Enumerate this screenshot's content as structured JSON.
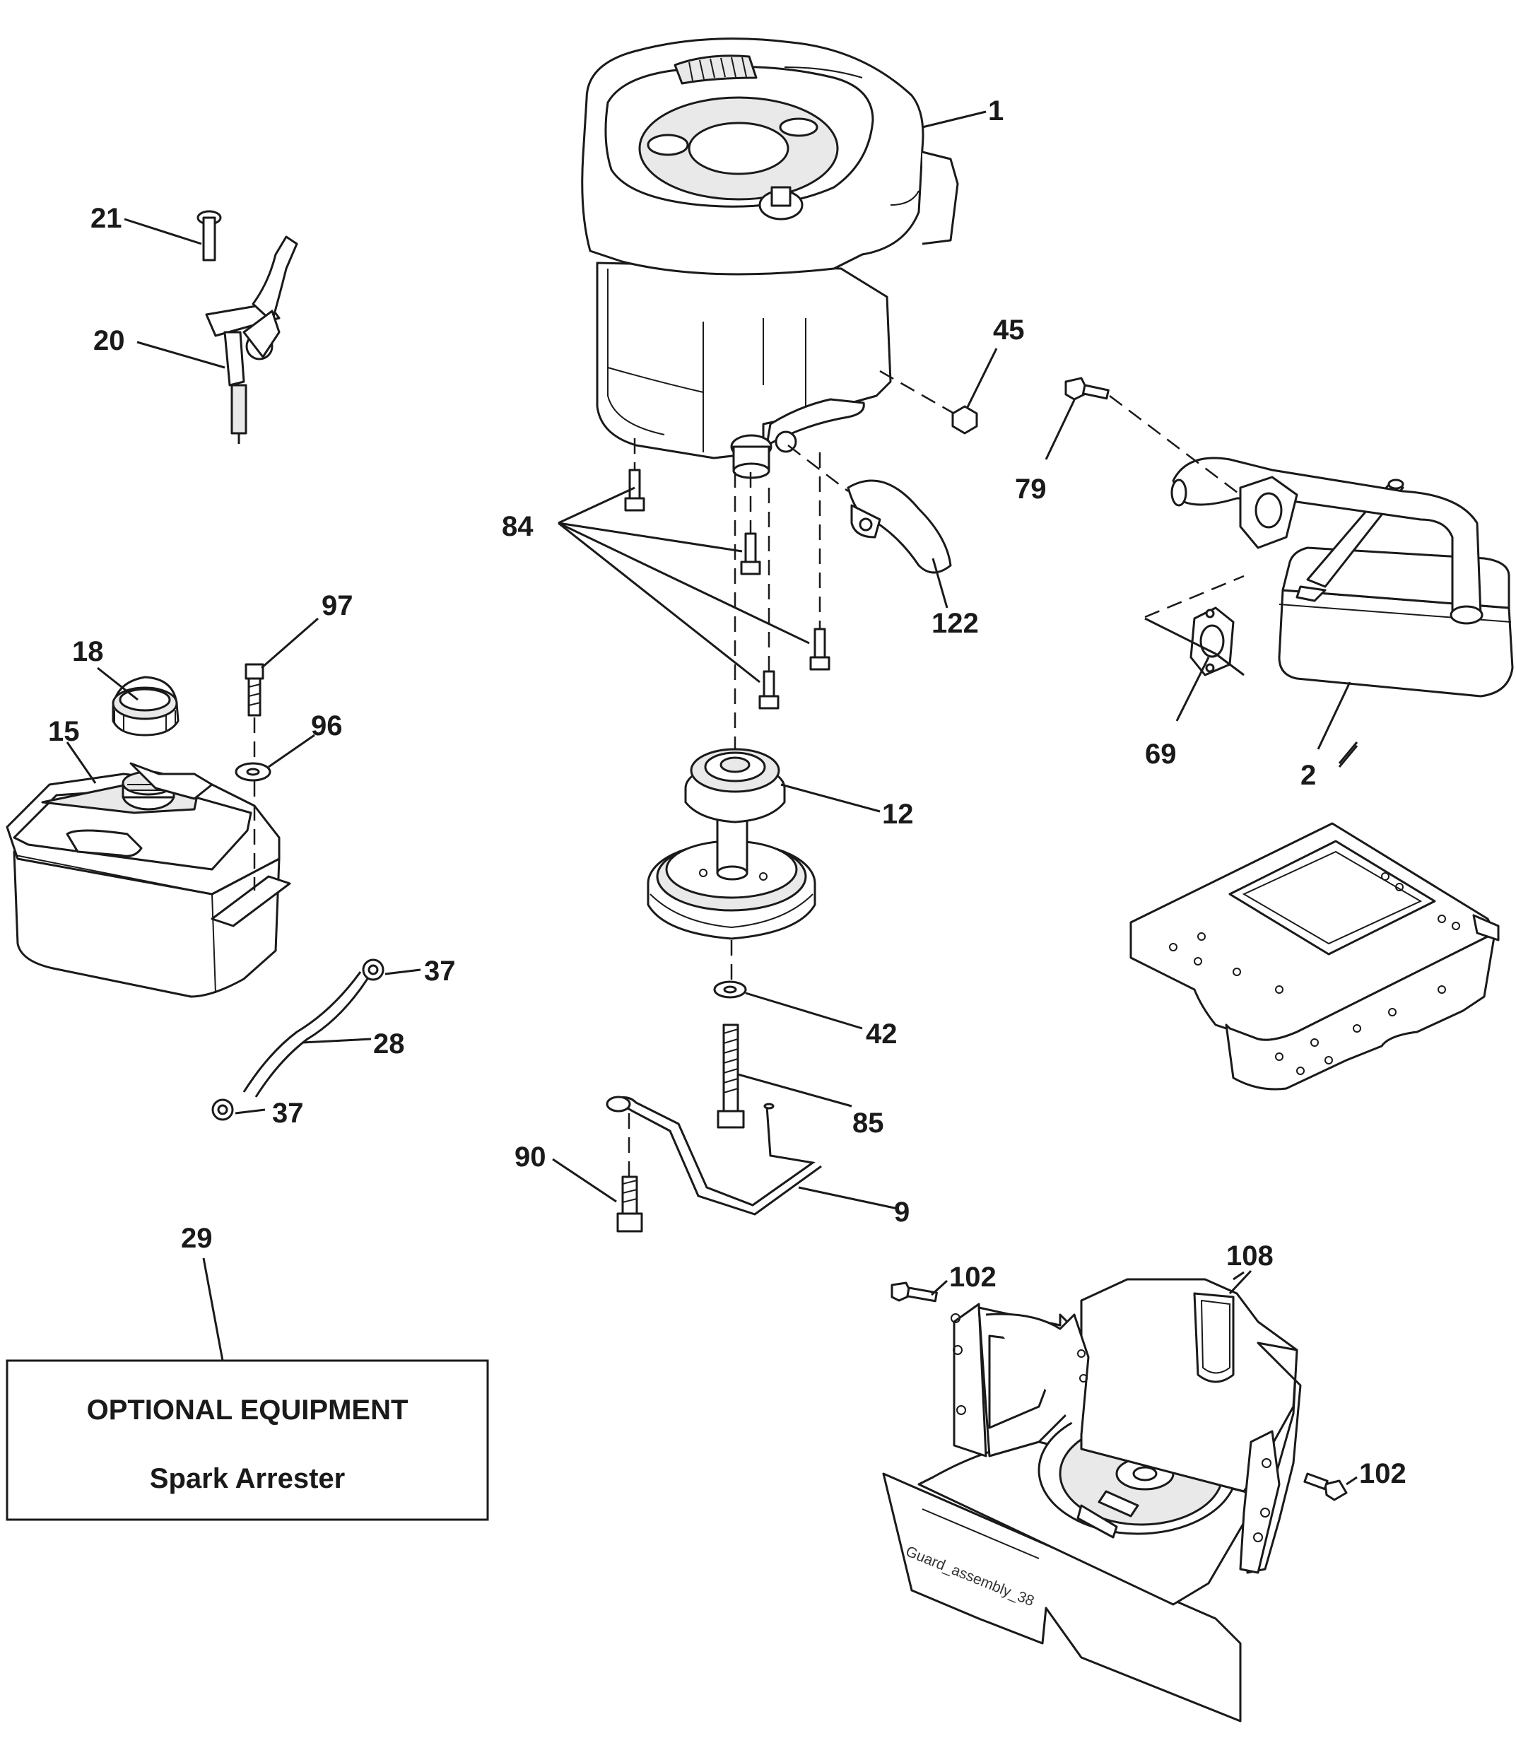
{
  "callouts": {
    "c1": "1",
    "c2": "2",
    "c9": "9",
    "c12": "12",
    "c15": "15",
    "c18": "18",
    "c20": "20",
    "c21": "21",
    "c28": "28",
    "c29": "29",
    "c37a": "37",
    "c37b": "37",
    "c42": "42",
    "c45": "45",
    "c69": "69",
    "c79": "79",
    "c84": "84",
    "c85": "85",
    "c90": "90",
    "c96": "96",
    "c97": "97",
    "c102a": "102",
    "c102b": "102",
    "c108": "108",
    "c122": "122"
  },
  "optional_box": {
    "title": "OPTIONAL EQUIPMENT",
    "item": "Spark Arrester"
  },
  "stamp": "Guard_assembly_38"
}
